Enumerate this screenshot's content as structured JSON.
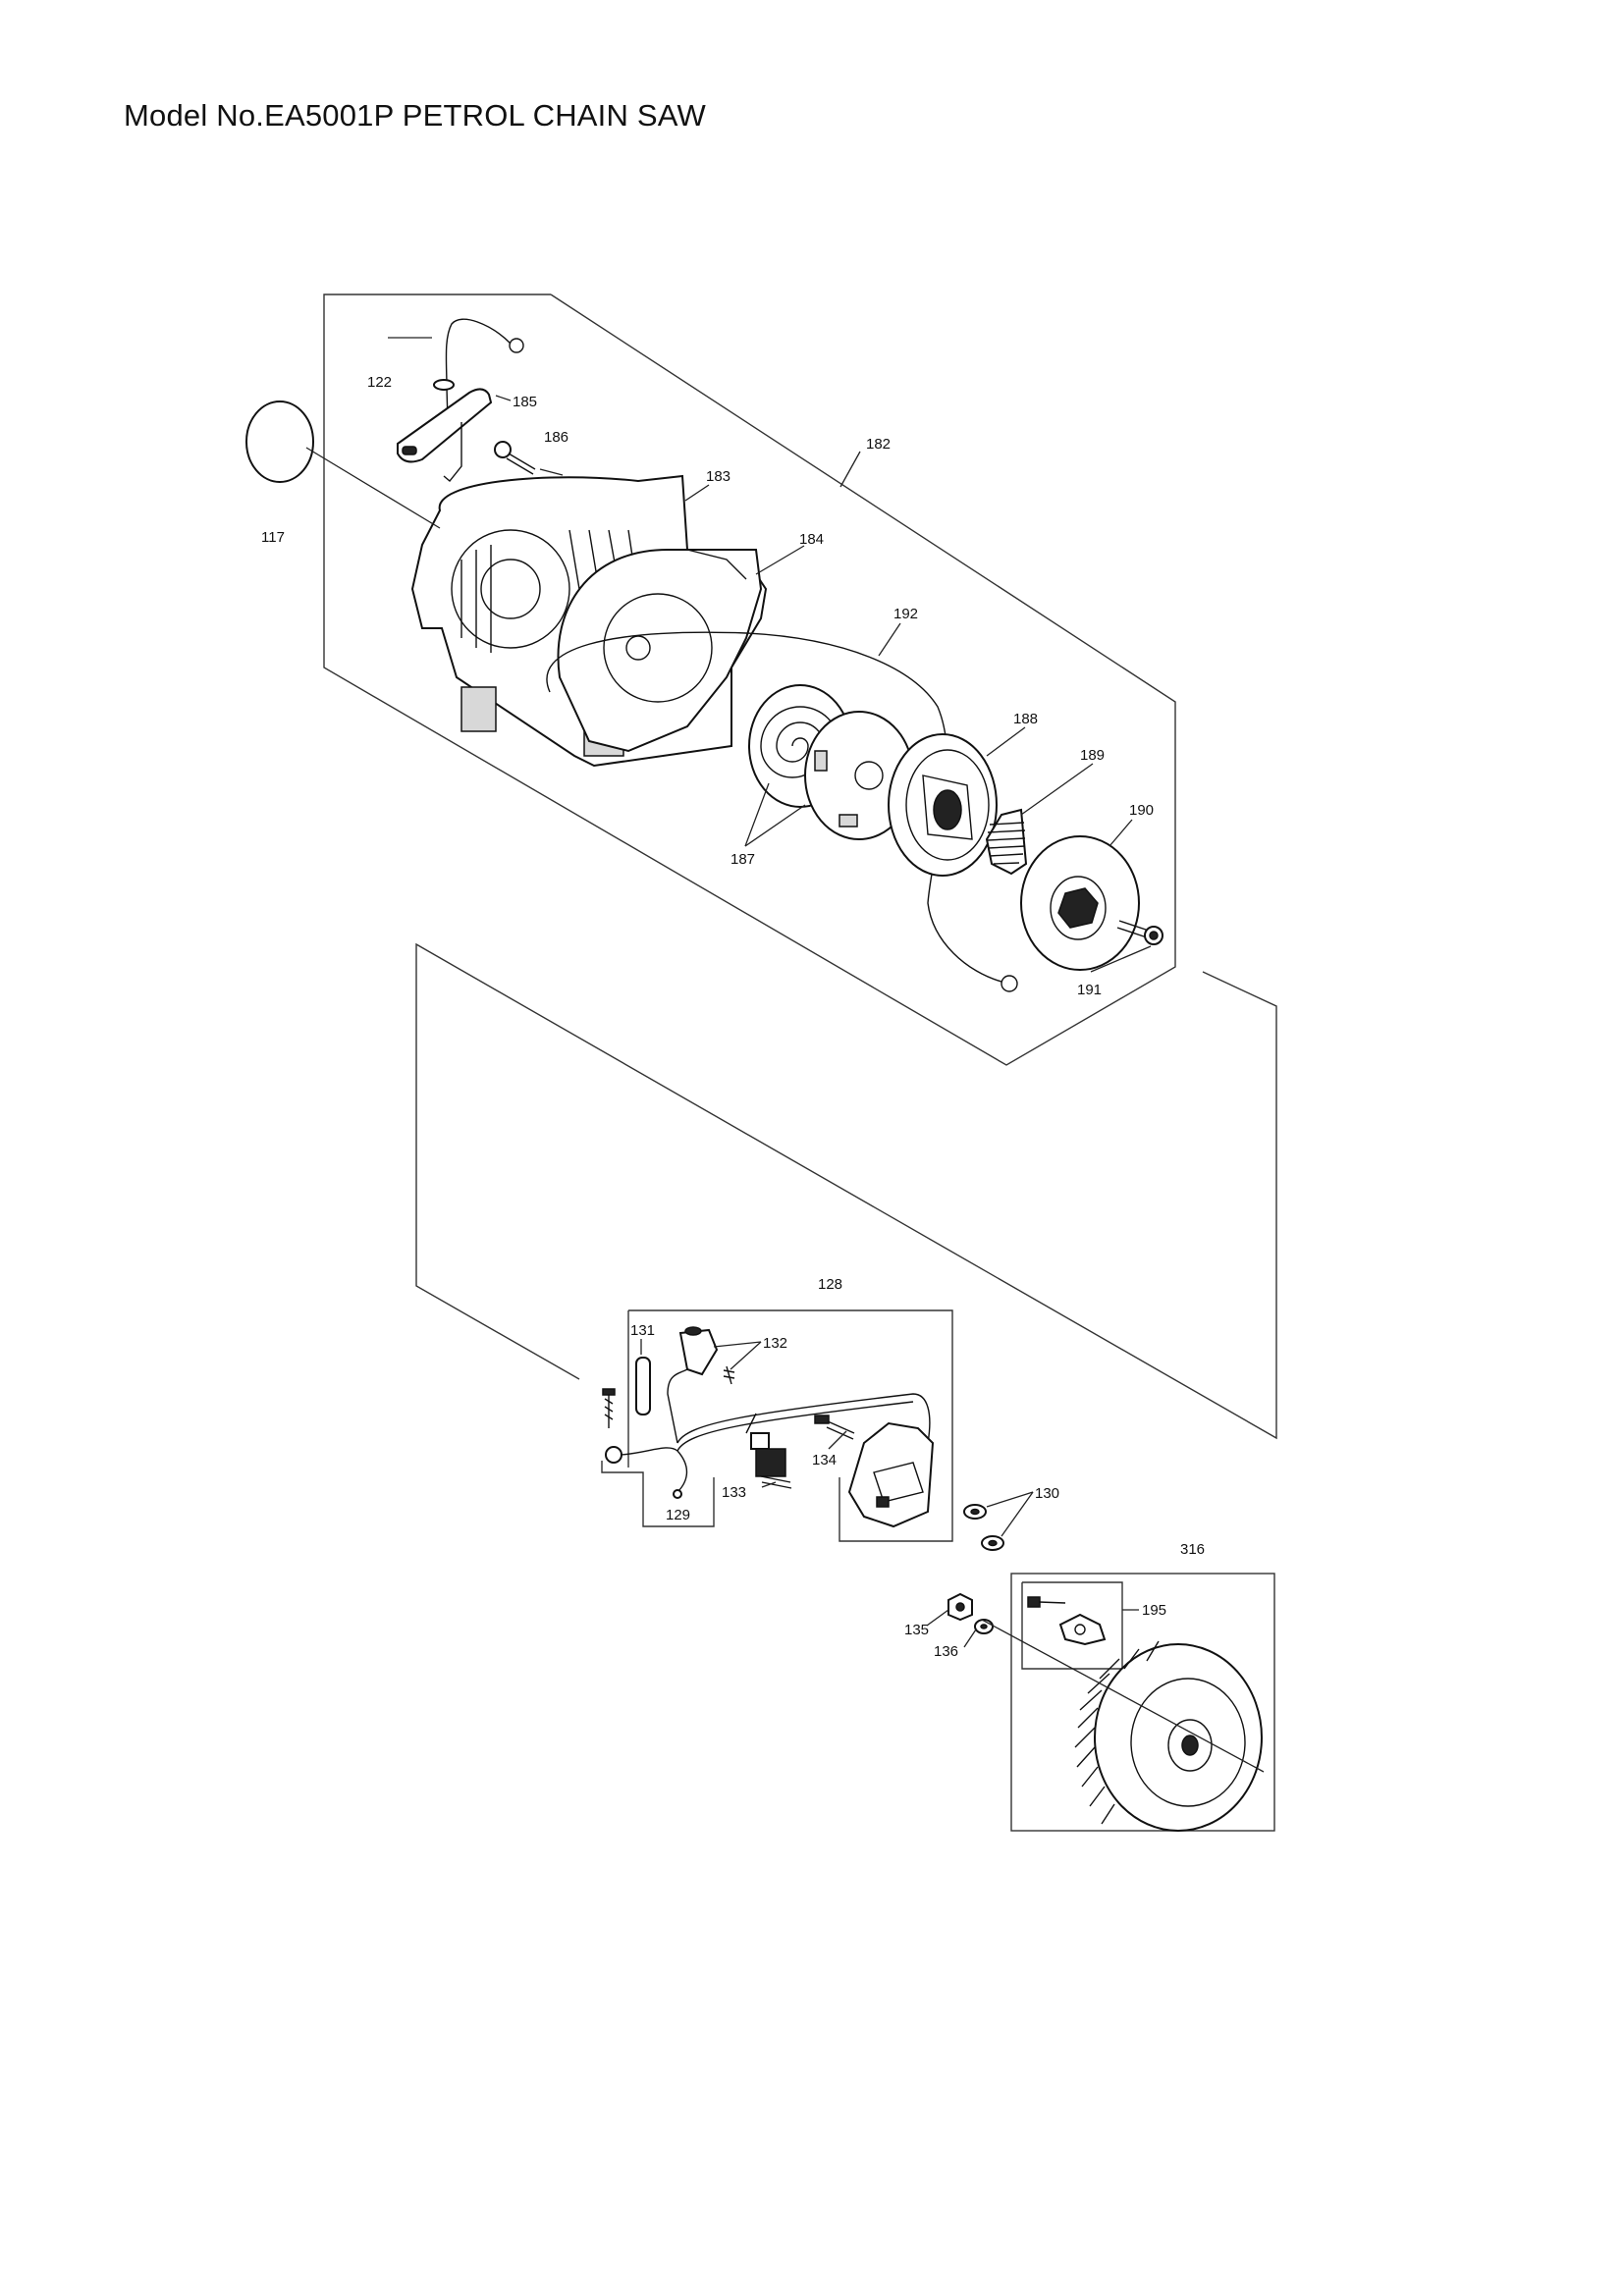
{
  "title": "Model No.EA5001P PETROL CHAIN SAW",
  "callouts": {
    "p117": "117",
    "p122": "122",
    "p185": "185",
    "p186": "186",
    "p182": "182",
    "p183": "183",
    "p184": "184",
    "p192": "192",
    "p188": "188",
    "p189": "189",
    "p190": "190",
    "p187": "187",
    "p191": "191",
    "p128": "128",
    "p131": "131",
    "p132": "132",
    "p134": "134",
    "p133": "133",
    "p129": "129",
    "p130": "130",
    "p316": "316",
    "p195": "195",
    "p135": "135",
    "p136": "136"
  }
}
